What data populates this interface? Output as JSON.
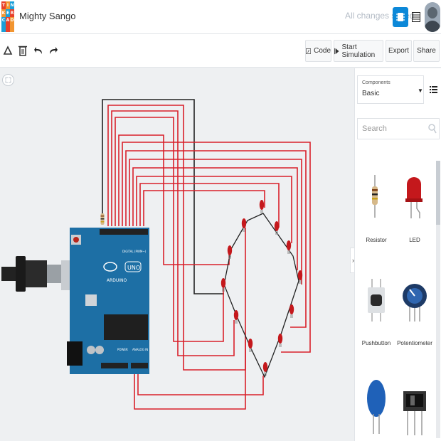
{
  "app": {
    "logo_letters": [
      "T",
      "I",
      "N",
      "K",
      "E",
      "R",
      "C",
      "A",
      "D"
    ],
    "project_title": "Mighty Sango",
    "save_status": "All changes saved"
  },
  "toolbar": {
    "code_label": "Code",
    "simulate_label": "Start Simulation",
    "export_label": "Export",
    "share_label": "Share"
  },
  "panel": {
    "components_label": "Components",
    "components_value": "Basic",
    "search_placeholder": "Search",
    "items": [
      {
        "label": "Resistor",
        "icon": "resistor-icon"
      },
      {
        "label": "LED",
        "icon": "led-icon"
      },
      {
        "label": "Pushbutton",
        "icon": "pushbutton-icon"
      },
      {
        "label": "Potentiometer",
        "icon": "potentiometer-icon"
      },
      {
        "label": "",
        "icon": "capacitor-icon"
      },
      {
        "label": "",
        "icon": "slideswitch-icon"
      }
    ]
  },
  "board": {
    "brand": "ARDUINO",
    "model": "UNO",
    "digital_label": "DIGITAL (PWM~)",
    "power_label": "POWER",
    "analog_label": "ANALOG IN"
  },
  "colors": {
    "accent": "#0c88d8",
    "wire": "#d9202a",
    "ground_wire": "#222222",
    "board": "#1d6fa5",
    "led": "#c4181c"
  }
}
